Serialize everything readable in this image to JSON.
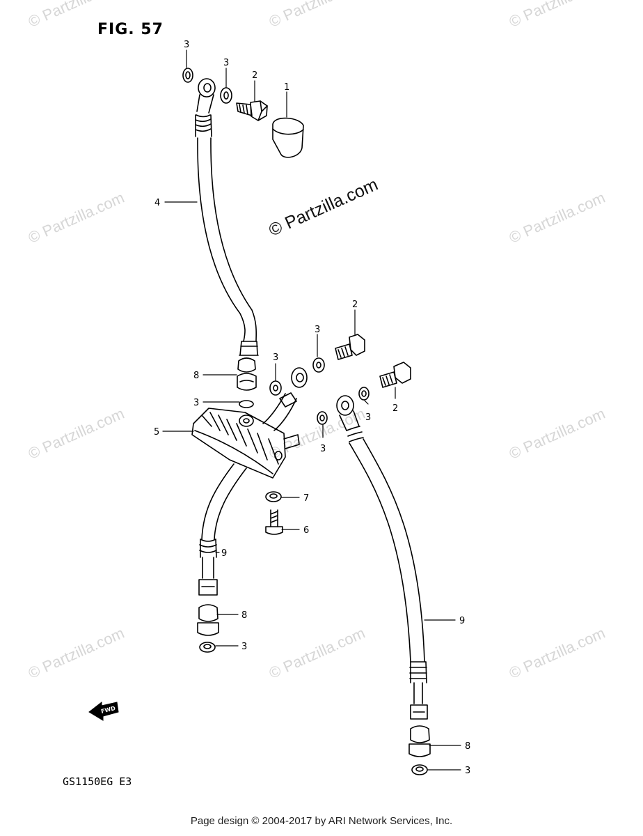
{
  "figure": {
    "title": "FIG. 57",
    "model": "GS1150EG  E3"
  },
  "watermark": {
    "text": "© Partzilla.com"
  },
  "footer": {
    "text": "Page design © 2004-2017 by ARI Network Services, Inc."
  },
  "fwd_label": "FWD",
  "callouts": [
    "3",
    "3",
    "2",
    "1",
    "4",
    "2",
    "3",
    "3",
    "8",
    "3",
    "5",
    "2",
    "3",
    "3",
    "7",
    "6",
    "9",
    "8",
    "3",
    "9",
    "8",
    "3"
  ]
}
